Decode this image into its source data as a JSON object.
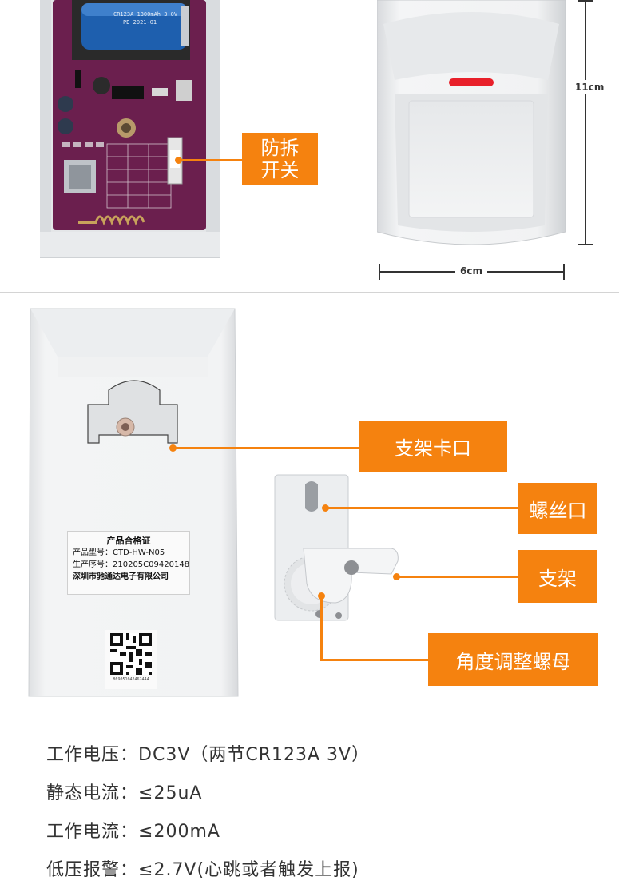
{
  "top_section": {
    "tamper_label_line1": "防拆",
    "tamper_label_line2": "开关",
    "battery_print_line1": "CR123A 1300mAh 3.0V",
    "battery_print_line2": "PD 2021-01",
    "height_dimension": "11cm",
    "width_dimension": "6cm"
  },
  "bottom_section": {
    "bracket_slot_label": "支架卡口",
    "screw_hole_label": "螺丝口",
    "bracket_label": "支架",
    "angle_nut_label": "角度调整螺母",
    "certificate": {
      "title": "产品合格证",
      "model_line": "产品型号：CTD-HW-N05",
      "serial_line": "生产序号：210205C09420148",
      "company_line": "深圳市驰通达电子有限公司"
    },
    "qr_number": "869051042462444"
  },
  "specs": [
    {
      "label": "工作电压：",
      "value": "DC3V（两节CR123A 3V）"
    },
    {
      "label": "静态电流：",
      "value": "≤25uA"
    },
    {
      "label": "工作电流：",
      "value": "≤200mA"
    },
    {
      "label": "低压报警：",
      "value": "≤2.7V(心跳或者触发上报)"
    }
  ],
  "colors": {
    "accent": "#f5820f",
    "pcb": "#6b1f4e",
    "led": "#e8202a"
  }
}
